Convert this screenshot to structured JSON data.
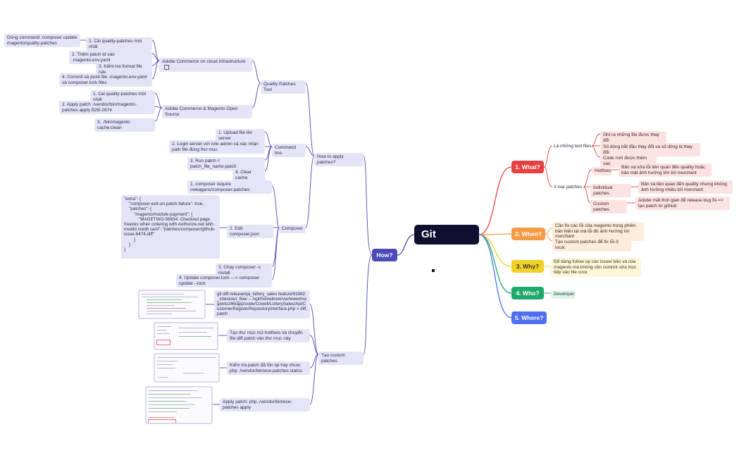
{
  "root": {
    "title": "Git patches",
    "icon": "external-link-icon"
  },
  "branches": {
    "what": {
      "label": "1. What?",
      "color": "#e84040",
      "items": {
        "text_files": "Là những text files",
        "tf_1": "Ghi ra những file được thay đổi",
        "tf_2": "Số dòng bắt đầu thay đổi và số dòng bị thay đổi",
        "tf_3": "Code mới được thêm vào",
        "three_types": "3 loại patches",
        "hotfixes": "Hotfixes",
        "hotfixes_desc": "Bản vá sửa lỗi liên quan đến quality hoặc bảo mật ảnh hưởng lớn tới merchant",
        "individual": "Individual patches",
        "individual_desc": "Bản vá liên quan đến quality nhưng không ảnh hưởng nhiều tới merchant",
        "custom": "Custom patches",
        "custom_desc": "Adobe mất thời gian để release bug fix => tạo patch từ github"
      }
    },
    "when": {
      "label": "2. When?",
      "color": "#f39c45",
      "items": {
        "w1": "Cần fix các lỗi của magento trong phiên bản hiện tại mà lỗi đó ảnh hưởng tới merchant",
        "w2": "Tạo custom patches để fix lỗi ở local."
      }
    },
    "why": {
      "label": "3. Why?",
      "color": "#f2d024",
      "items": {
        "y1": "Để dàng follow up các issue/ bản vá của magento mà không cần commit sửa trực tiếp vào file core."
      }
    },
    "who": {
      "label": "4. Who?",
      "color": "#20a86a",
      "items": {
        "o1": "Developer"
      }
    },
    "where": {
      "label": "5. Where?",
      "color": "#4f6ef0"
    },
    "how": {
      "label": "How?",
      "color": "#4a4ab8",
      "apply": {
        "label": "How to apply patches?",
        "qpt": {
          "label": "Quality Patches Tool",
          "cloud": {
            "label": "Adobe Commerce on cloud infrastructure",
            "s1": "1. Cài quality-patches mới nhất",
            "s1_note": "Dùng command: composer update magento/quality-patches",
            "s2": "2. Thêm patch id vào .magento.env.yaml",
            "s3": "3. Kiểm tra format file này",
            "s4": "4. Commit và push file .magento.env.yaml và composer.lock files"
          },
          "open": {
            "label": "Adobe Commerce & Magento Open Source",
            "s1": "1. Cài quality-patches mới nhất",
            "s2": "2. Apply patch ./vendor/bin/magento-patches apply B2B-2674",
            "s3": "3. ./bin/magento cache:clean"
          }
        },
        "cmd": {
          "label": "Command line",
          "s1": "1. Upload file lên server",
          "s2": "2. Login server với role admin và xác nhận path file đúng thư mục",
          "s3": "3. Run patch < patch_file_name.patch",
          "s4": "4. Clear cache"
        },
        "composer": {
          "label": "Composer",
          "s1": "1. composer require cweagans/composer-patches",
          "s2": "2. Edit composer.json",
          "s2_code": "\"extra\": {\n    \"composer-exit-on-patch-failure\": true,\n    \"patches\": {\n        \"magento/module-payment\": {\n            \"MAGETWO-56934: Checkout page freezes when ordering with Authorize.net with invalid credit card\": \"patches/composer/github-issue-6474.diff\"\n        }\n    }\n}",
          "s3": "3. Chạy composer -v install",
          "s4": "4. Update composer.lock ---> composer update --lock"
        }
      },
      "custom": {
        "label": "Tạo custom patches",
        "c1": "git diff release/qa_lottery_sales feature/91962_checkout_flow -- /opt/homebrew/var/www/magento246/app/code/Cowell/LotterySales/Api/CustomerRegisterRepositoryInterface.php > diff.patch",
        "c2": "Tạo thư mục m2-hotfixes và chuyển file diff.patch vào thư mục này",
        "c3": "Kiểm tra patch đã tồn tại hay chưa: php ./vendor/bin/ece-patches status",
        "c4": "Apply patch: php ./vendor/bin/ece-patches apply"
      }
    }
  }
}
